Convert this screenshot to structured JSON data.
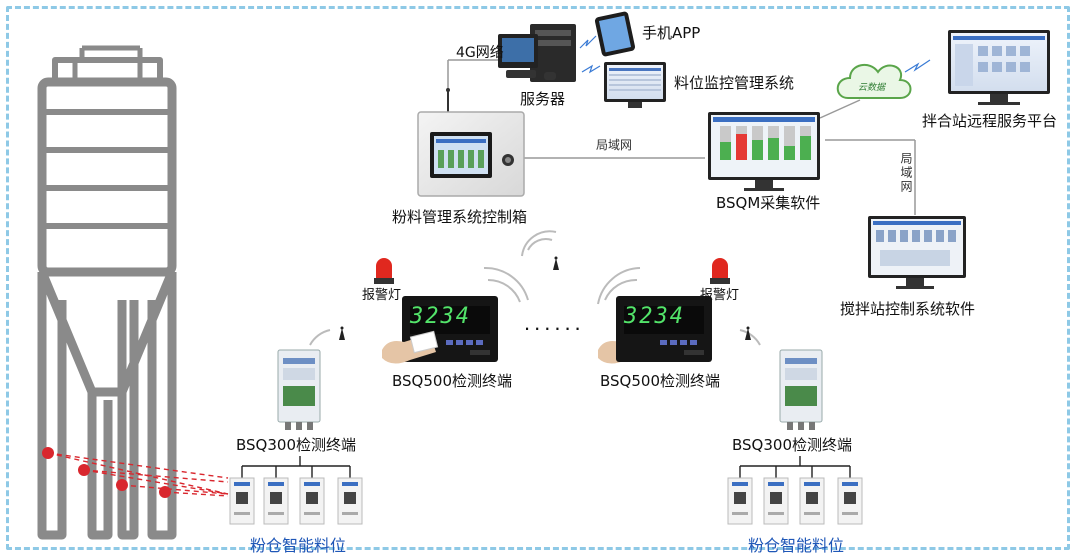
{
  "labels": {
    "network_4g": "4G网络",
    "server": "服务器",
    "mobile_app": "手机APP",
    "level_monitor_system": "料位监控管理系统",
    "cloud": "云数据",
    "remote_platform": "拌合站远程服务平台",
    "lan_horizontal": "局域网",
    "lan_vertical": "局域网",
    "control_box": "粉料管理系统控制箱",
    "bsqm_software": "BSQM采集软件",
    "mixing_station_software": "搅拌站控制系统软件",
    "alarm_light_left": "报警灯",
    "alarm_light_right": "报警灯",
    "bsq500_left": "BSQ500检测终端",
    "bsq500_right": "BSQ500检测终端",
    "bsq300_left": "BSQ300检测终端",
    "bsq300_right": "BSQ300检测终端",
    "silo_sensors_left": "粉仓智能料位",
    "silo_sensors_right": "粉仓智能料位",
    "ellipsis": "......"
  },
  "display": {
    "terminal_reading_left": "3234",
    "terminal_reading_right": "3234"
  },
  "colors": {
    "frame_dash": "#8ec9e6",
    "silo_line": "#8a8a8a",
    "sensor_dot": "#d9272e",
    "laser_line": "#d9272e",
    "blue_label": "#1f57b7",
    "digit_green": "#53e46a"
  },
  "icons": [
    "silo-icon",
    "server-icon",
    "phone-icon",
    "monitor-icon",
    "cloud-icon",
    "control-box-icon",
    "alarm-light-icon",
    "terminal-icon",
    "rfid-card-icon",
    "wireless-icon",
    "sensor-icon"
  ]
}
